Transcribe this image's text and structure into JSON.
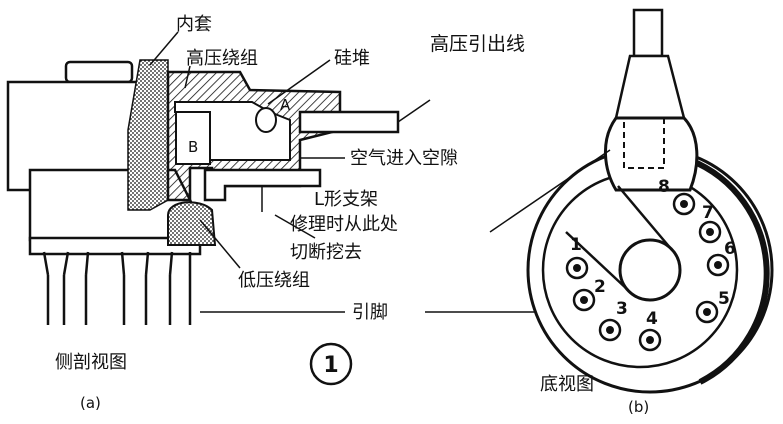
{
  "labels": {
    "inner_sleeve": "内套",
    "hv_winding": "高压绕组",
    "silicon_stack": "硅堆",
    "hv_lead": "高压引出线",
    "point_a": "A",
    "point_b": "B",
    "air_gap": "空气进入空隙",
    "l_bracket": "L形支架",
    "repair_note_1": "修理时从此处",
    "repair_note_2": "切断挖去",
    "lv_winding": "低压绕组",
    "pins": "引脚",
    "figure_number": "1",
    "side_view_caption": "侧剖视图",
    "side_view_tag": "(a)",
    "bottom_view_caption": "底视图",
    "bottom_view_tag": "(b)"
  },
  "pin_numbers": [
    "1",
    "2",
    "3",
    "4",
    "5",
    "6",
    "7",
    "8"
  ],
  "colors": {
    "ink": "#111111",
    "paper": "#ffffff"
  }
}
